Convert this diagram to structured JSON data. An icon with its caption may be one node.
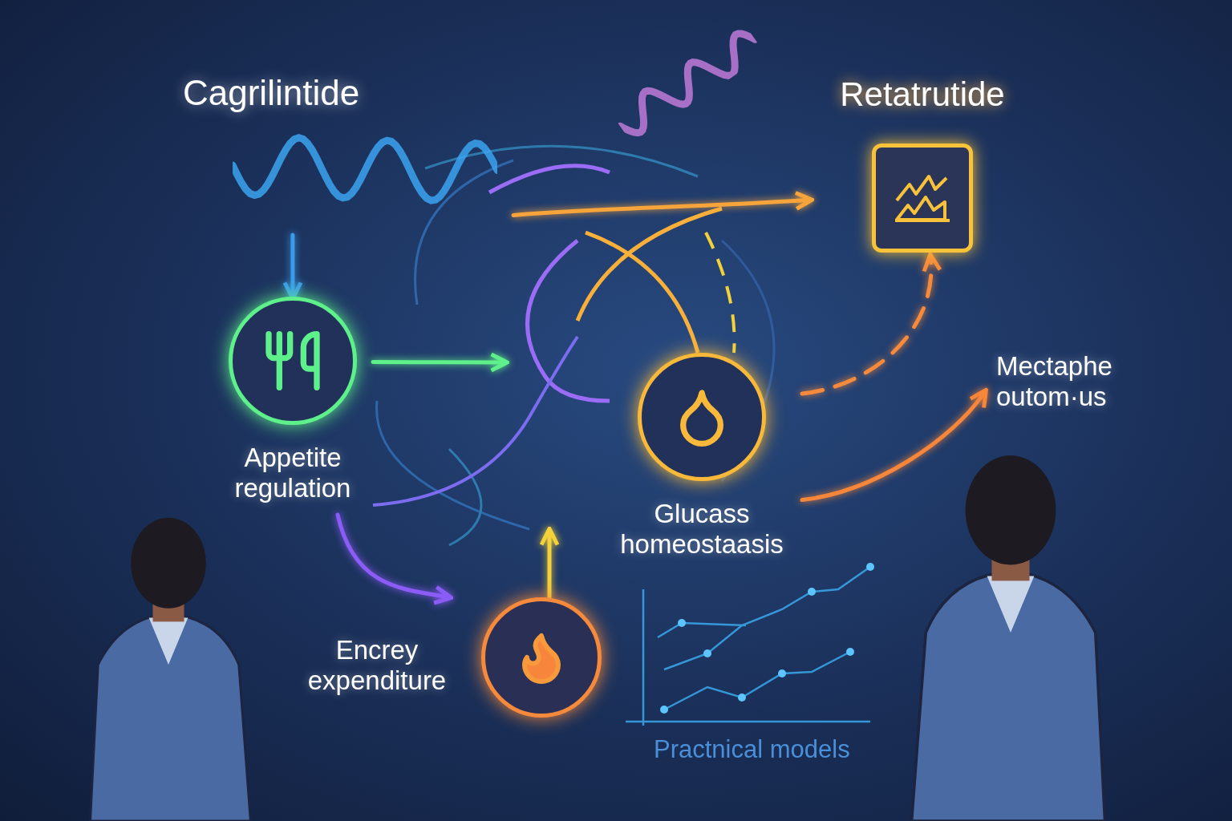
{
  "diagram": {
    "nodes": [
      {
        "text": [
          "Cagrilintide"
        ]
      },
      {
        "text": [
          "Appetite regulation"
        ]
      },
      {
        "text": [
          "Retatrutide"
        ]
      },
      {
        "text": [
          "Glucass homeostaasis"
        ]
      },
      {
        "text": [
          "Encrey expenditure"
        ]
      },
      {
        "text": [
          "Mectaphe outom·us"
        ]
      }
    ],
    "edges": [
      {
        "from": 0,
        "to": 1,
        "arrow": "to",
        "color": "#3b9be8"
      },
      {
        "from": 1,
        "to": null,
        "arrow": "to",
        "color": "#5ef08a"
      },
      {
        "from": 0,
        "to": 2,
        "arrow": "to",
        "color": "#f7a53a"
      },
      {
        "from": 3,
        "to": 2,
        "arrow": "to",
        "style": "dashed",
        "color": "#f58a3c"
      },
      {
        "from": 3,
        "to": 5,
        "arrow": "to",
        "color": "#f5863a"
      },
      {
        "from": 4,
        "to": null,
        "arrow": "to",
        "color": "#f2d13a"
      },
      {
        "from": 1,
        "to": 4,
        "arrow": "to",
        "color": "#8b5cf6"
      }
    ],
    "labels": [
      "Practnical models"
    ]
  }
}
